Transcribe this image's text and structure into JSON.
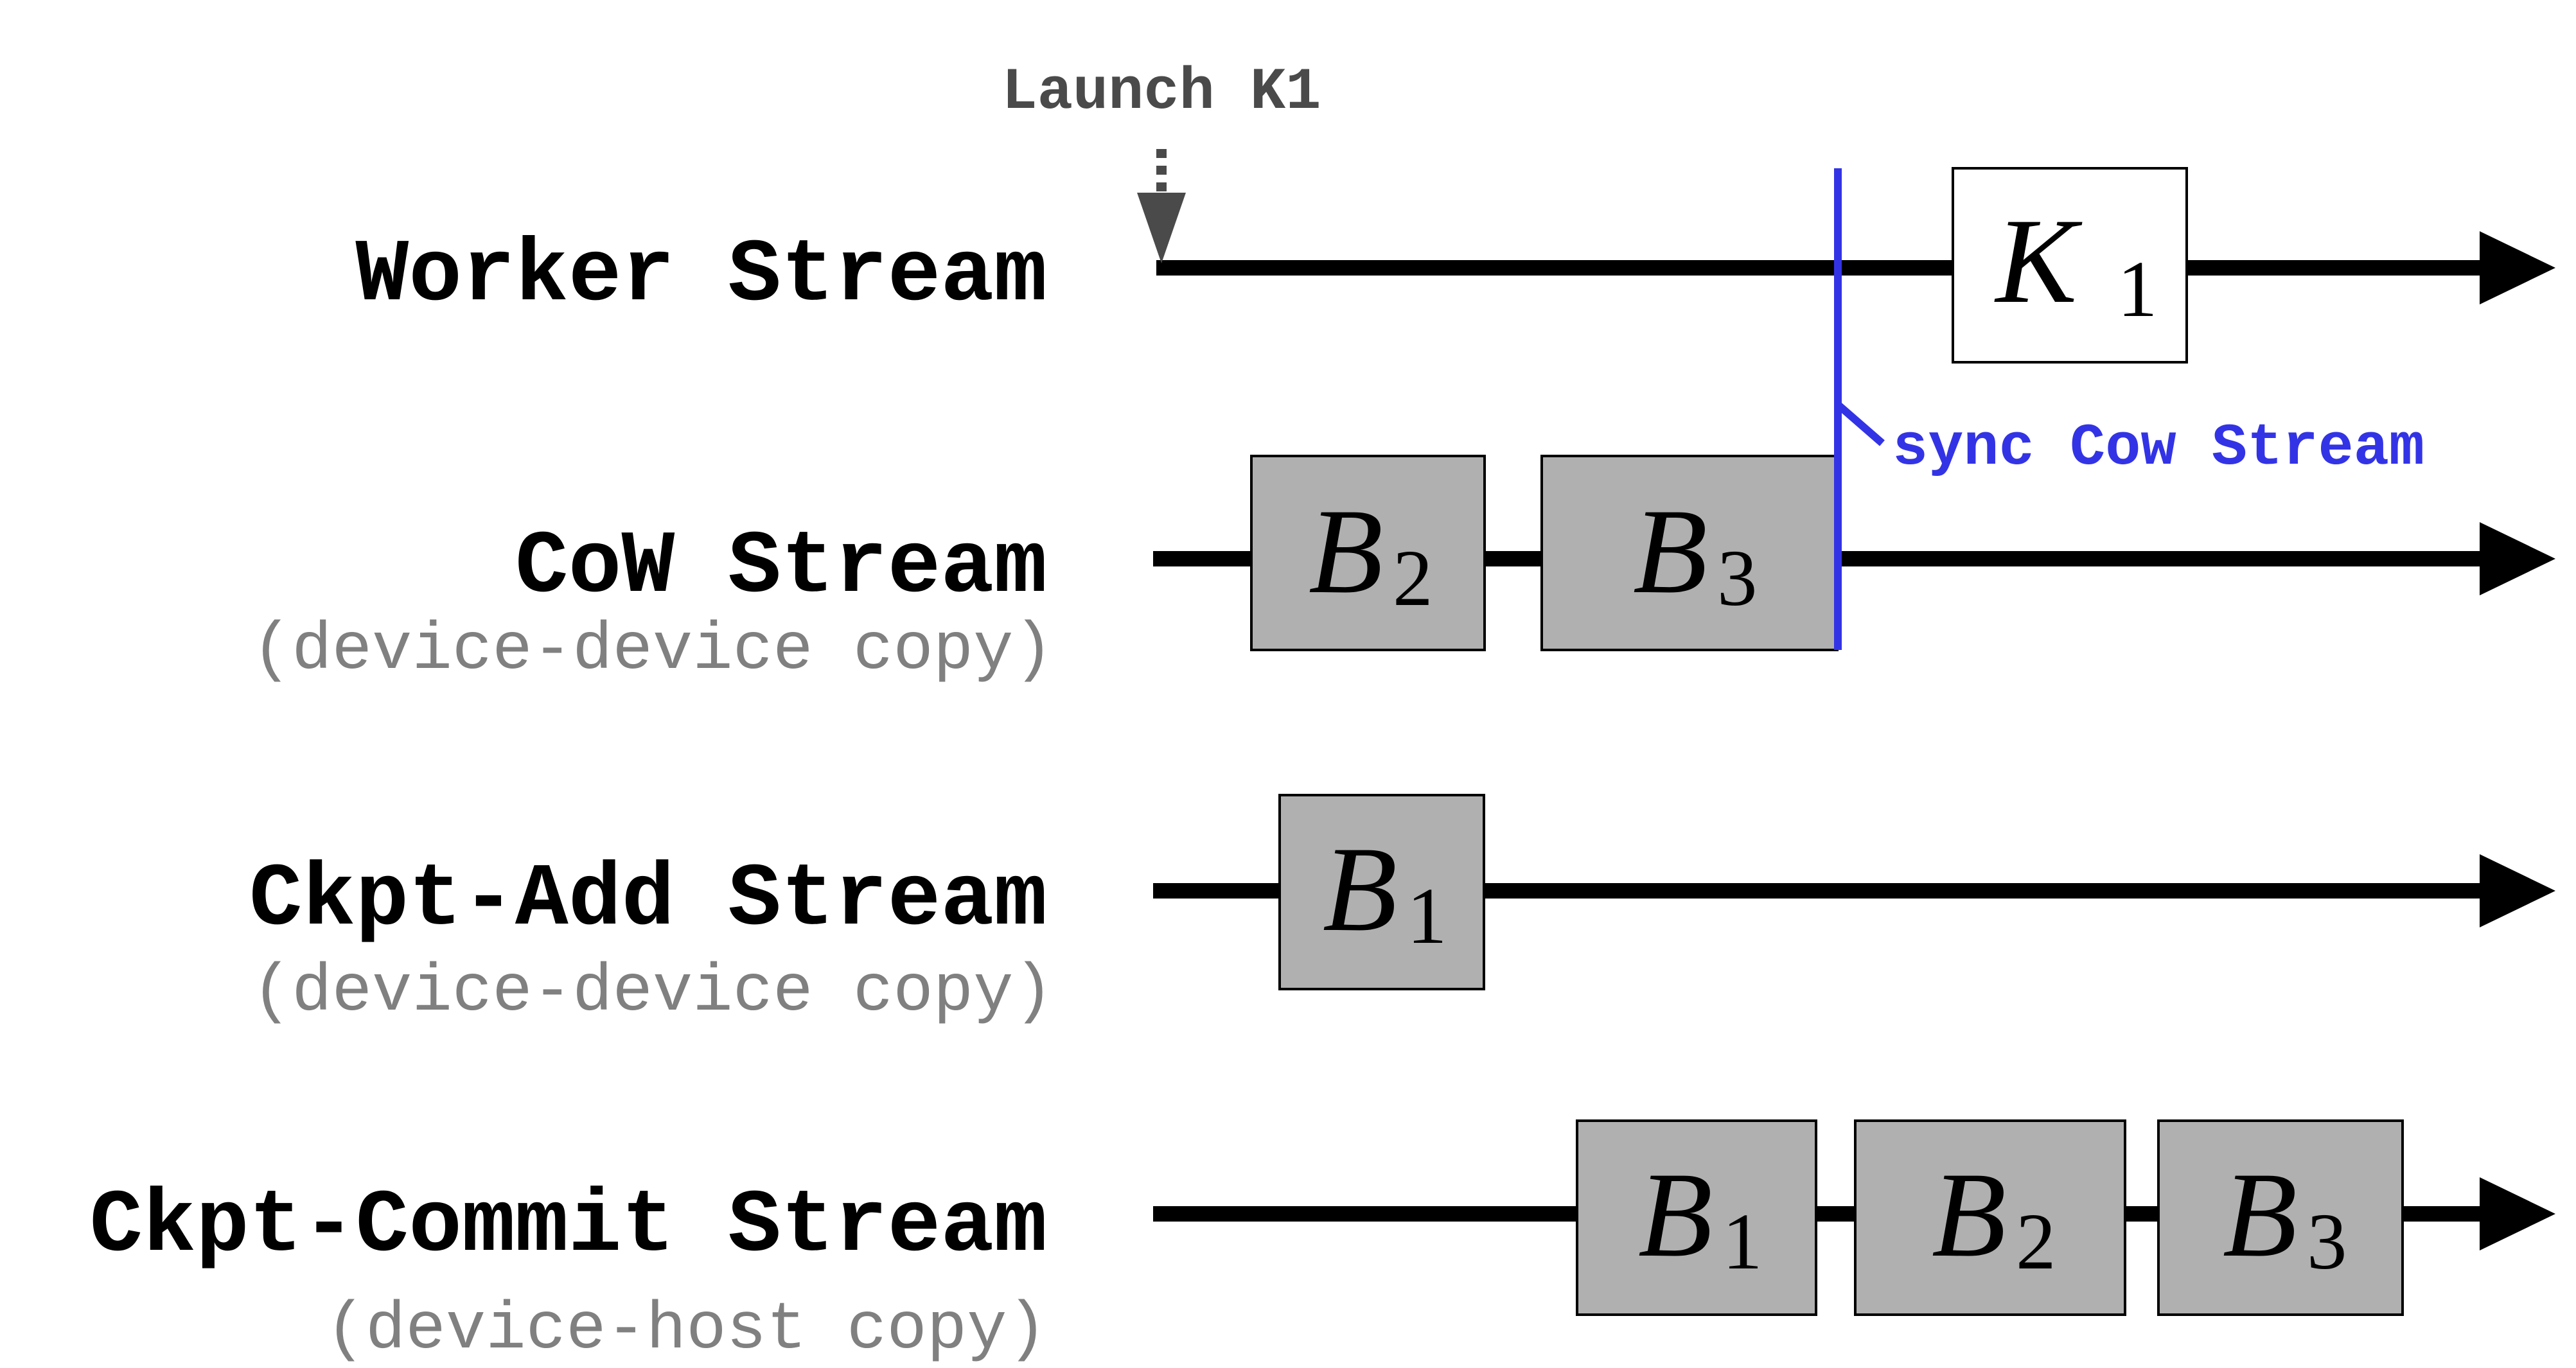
{
  "colors": {
    "line": "#000000",
    "block_fill": "#b0b0b0",
    "kernel_fill": "#ffffff",
    "sync": "#3333e6",
    "subtitle": "#808080",
    "launch": "#4a4a4a"
  },
  "launch": {
    "label": "Launch K1"
  },
  "sync": {
    "label": "sync Cow Stream"
  },
  "streams": [
    {
      "title": "Worker Stream",
      "subtitle": ""
    },
    {
      "title": "CoW Stream",
      "subtitle": "(device-device copy)"
    },
    {
      "title": "Ckpt-Add Stream",
      "subtitle": "(device-device copy)"
    },
    {
      "title": "Ckpt-Commit Stream",
      "subtitle": "(device-host copy)"
    }
  ],
  "blocks": [
    {
      "stream": "Worker Stream",
      "letter": "K",
      "sub": "1"
    },
    {
      "stream": "CoW Stream",
      "letter": "B",
      "sub": "2"
    },
    {
      "stream": "CoW Stream",
      "letter": "B",
      "sub": "3"
    },
    {
      "stream": "Ckpt-Add Stream",
      "letter": "B",
      "sub": "1"
    },
    {
      "stream": "Ckpt-Commit Stream",
      "letter": "B",
      "sub": "1"
    },
    {
      "stream": "Ckpt-Commit Stream",
      "letter": "B",
      "sub": "2"
    },
    {
      "stream": "Ckpt-Commit Stream",
      "letter": "B",
      "sub": "3"
    }
  ]
}
